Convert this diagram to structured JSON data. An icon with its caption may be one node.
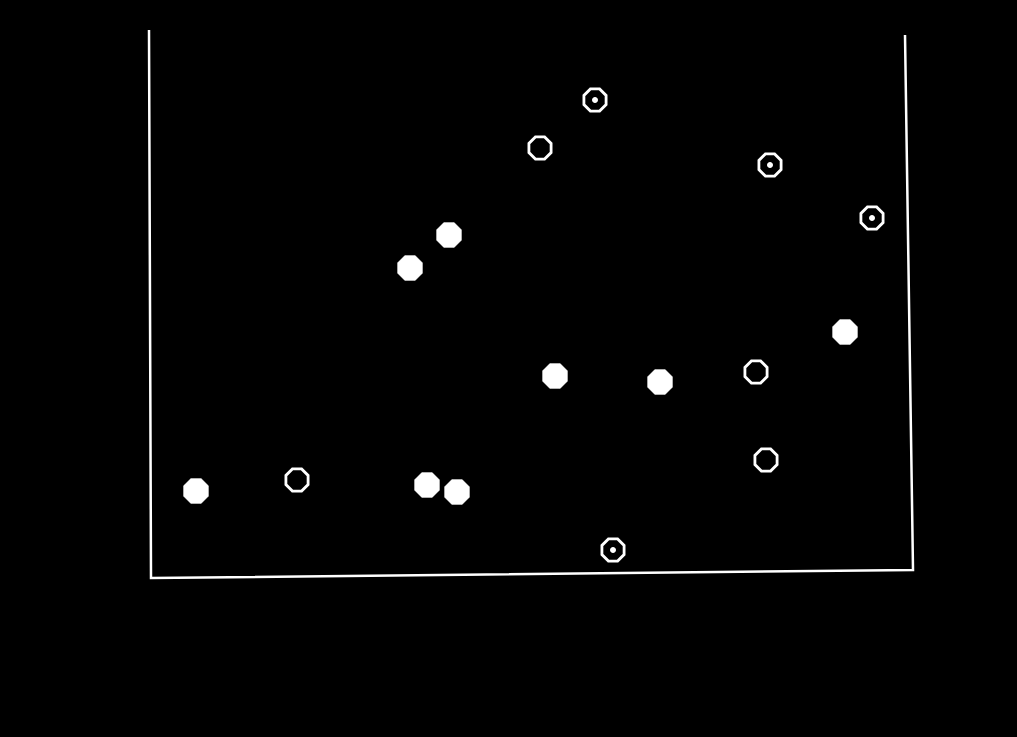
{
  "diagram": {
    "nodes": [
      {
        "text": [],
        "shape": "target"
      },
      {
        "text": [],
        "shape": "ring"
      },
      {
        "text": [],
        "shape": "target"
      },
      {
        "text": [],
        "shape": "target"
      },
      {
        "text": [],
        "shape": "disc"
      },
      {
        "text": [],
        "shape": "disc"
      },
      {
        "text": [],
        "shape": "disc"
      },
      {
        "text": [],
        "shape": "ring"
      },
      {
        "text": [],
        "shape": "disc"
      },
      {
        "text": [],
        "shape": "disc"
      },
      {
        "text": [],
        "shape": "ring"
      },
      {
        "text": [],
        "shape": "ring"
      },
      {
        "text": [],
        "shape": "disc"
      },
      {
        "text": [],
        "shape": "disc"
      },
      {
        "text": [],
        "shape": "disc"
      },
      {
        "text": [],
        "shape": "target"
      }
    ]
  }
}
